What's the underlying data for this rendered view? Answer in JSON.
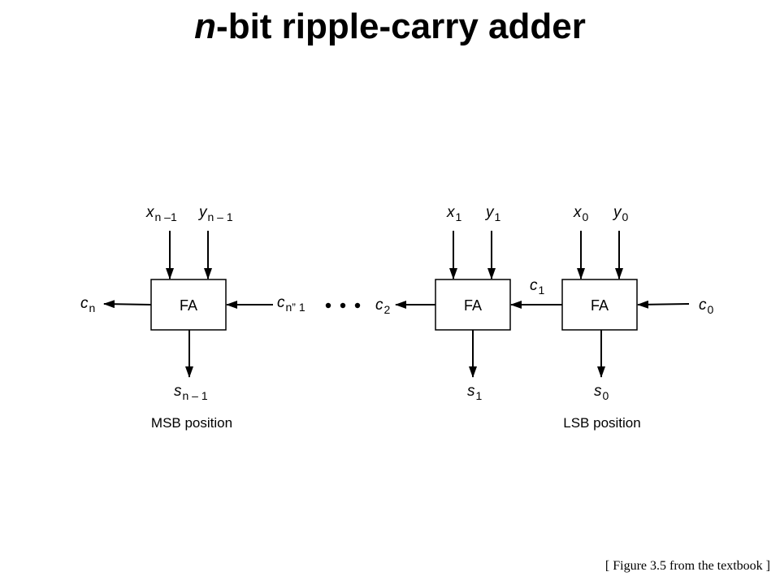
{
  "title": {
    "prefix": "n",
    "rest": "-bit ripple-carry adder"
  },
  "diagram": {
    "blocks": [
      {
        "label": "FA",
        "x": {
          "var": "x",
          "sub": "n –1"
        },
        "y": {
          "var": "y",
          "sub": "n – 1"
        },
        "s": {
          "var": "s",
          "sub": "n – 1"
        }
      },
      {
        "label": "FA",
        "x": {
          "var": "x",
          "sub": "1"
        },
        "y": {
          "var": "y",
          "sub": "1"
        },
        "s": {
          "var": "s",
          "sub": "1"
        }
      },
      {
        "label": "FA",
        "x": {
          "var": "x",
          "sub": "0"
        },
        "y": {
          "var": "y",
          "sub": "0"
        },
        "s": {
          "var": "s",
          "sub": "0"
        }
      }
    ],
    "carries": {
      "cn": {
        "var": "c",
        "sub": "n"
      },
      "cn1": {
        "var": "c",
        "sub": "n” 1"
      },
      "c2": {
        "var": "c",
        "sub": "2"
      },
      "c1": {
        "var": "c",
        "sub": "1"
      },
      "c0": {
        "var": "c",
        "sub": "0"
      }
    },
    "msb_label": "MSB position",
    "lsb_label": "LSB position"
  },
  "caption": "[ Figure 3.5 from the textbook ]"
}
